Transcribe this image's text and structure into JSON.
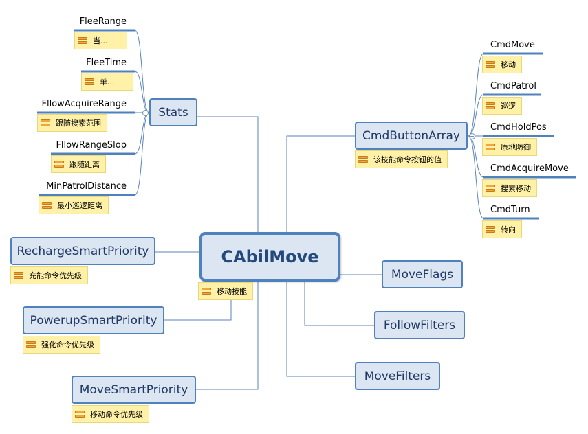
{
  "central": {
    "label": "CAbilMove",
    "note": "移动技能"
  },
  "stats": {
    "label": "Stats",
    "items": [
      {
        "label": "FleeRange",
        "note": "当..."
      },
      {
        "label": "FleeTime",
        "note": "单..."
      },
      {
        "label": "FllowAcquireRange",
        "note": "跟随搜索范围"
      },
      {
        "label": "FllowRangeSlop",
        "note": "跟随距离"
      },
      {
        "label": "MinPatrolDistance",
        "note": "最小巡逻距离"
      }
    ]
  },
  "cmd_button_array": {
    "label": "CmdButtonArray",
    "note": "该技能命令按钮的值",
    "items": [
      {
        "label": "CmdMove",
        "note": "移动"
      },
      {
        "label": "CmdPatrol",
        "note": "巡逻"
      },
      {
        "label": "CmdHoldPos",
        "note": "原地防御"
      },
      {
        "label": "CmdAcquireMove",
        "note": "搜索移动"
      },
      {
        "label": "CmdTurn",
        "note": "转向"
      }
    ]
  },
  "recharge_smart_priority": {
    "label": "RechargeSmartPriority",
    "note": "充能命令优先级"
  },
  "powerup_smart_priority": {
    "label": "PowerupSmartPriority",
    "note": "强化命令优先级"
  },
  "move_smart_priority": {
    "label": "MoveSmartPriority",
    "note": "移动命令优先级"
  },
  "move_flags": {
    "label": "MoveFlags"
  },
  "follow_filters": {
    "label": "FollowFilters"
  },
  "move_filters": {
    "label": "MoveFilters"
  },
  "colors": {
    "node_fill": "#dce6f2",
    "node_border": "#4f81bd",
    "note_fill": "#fff2a8",
    "line": "#4f81bd"
  }
}
